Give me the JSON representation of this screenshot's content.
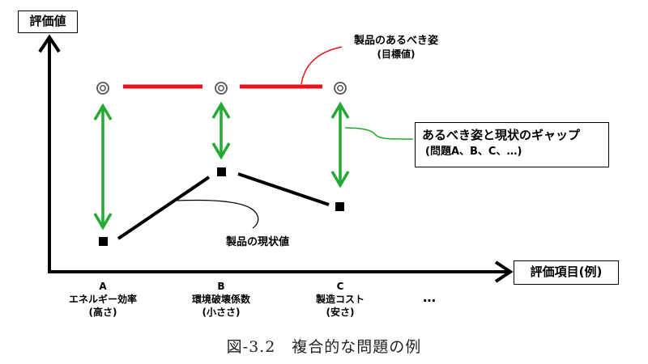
{
  "y_axis_label": "評価値",
  "x_axis_label": "評価項目(例)",
  "target_label_line1": "製品のあるべき姿",
  "target_label_line2": "(目標値)",
  "gap_label_line1": "あるべき姿と現状のギャップ",
  "gap_label_line2": "(問題A、B、C、…)",
  "current_label": "製品の現状値",
  "categories": [
    {
      "id": "A",
      "name": "エネルギー効率",
      "sub": "(高さ)"
    },
    {
      "id": "B",
      "name": "環境破壊係数",
      "sub": "(小ささ)"
    },
    {
      "id": "C",
      "name": "製造コスト",
      "sub": "(安さ)"
    }
  ],
  "ellipsis": "…",
  "caption": "図-3.2　複合的な問題の例",
  "colors": {
    "target_line": "#e8141c",
    "gap_arrow": "#22aa33",
    "current_line": "#000000",
    "axis": "#000000"
  }
}
